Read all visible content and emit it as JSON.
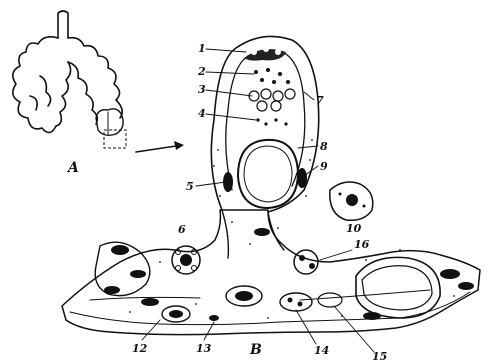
{
  "figure": {
    "panels": {
      "overview": "A",
      "detail": "B"
    },
    "labels": {
      "n1": "1",
      "n2": "2",
      "n3": "3",
      "n4": "4",
      "n5": "5",
      "n6": "6",
      "n7": "7",
      "n8": "8",
      "n9": "9",
      "n10": "10",
      "n12": "12",
      "n13": "13",
      "n14": "14",
      "n15": "15",
      "n16": "16"
    }
  }
}
